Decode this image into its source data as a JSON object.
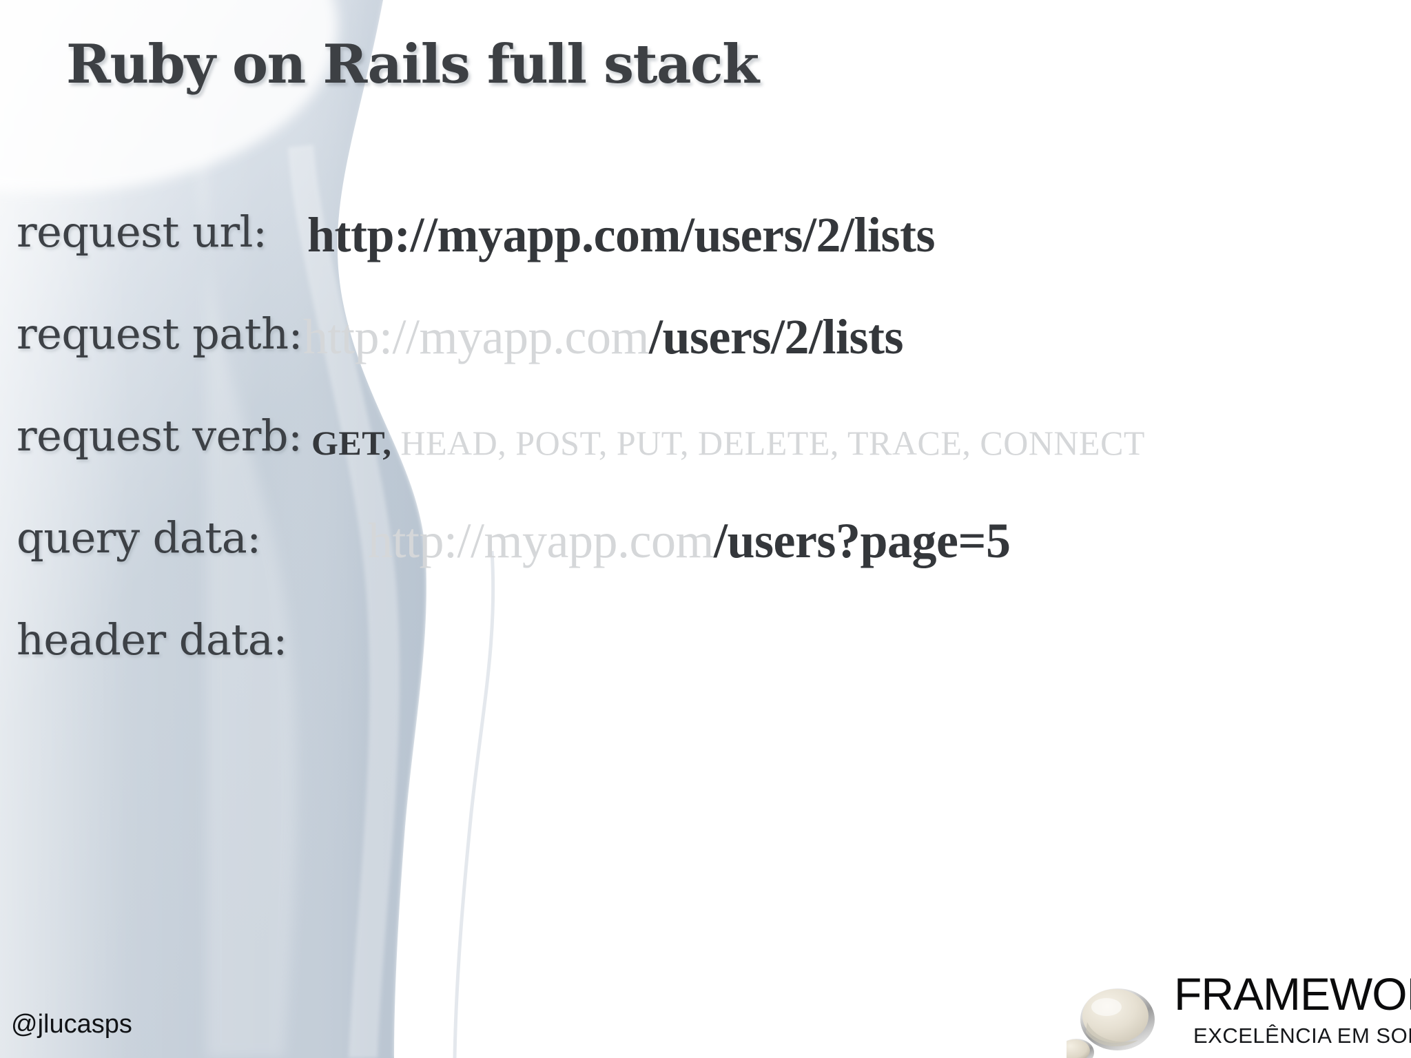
{
  "slide": {
    "title": "Ruby on Rails full stack",
    "handle": "@jlucasps"
  },
  "theme": {
    "text_dark": "#3b3e42",
    "text_dim": "#d5d7d9",
    "wave_blue": "#bdc9d6",
    "background": "#ffffff"
  },
  "rows": [
    {
      "label": "request url:",
      "value_dim": "",
      "value_strong": "http://myapp.com/users/2/lists"
    },
    {
      "label": "request path:",
      "value_dim": "http://myapp.com",
      "value_strong": "/users/2/lists"
    },
    {
      "label": "request verb:",
      "value_strong": "GET,",
      "value_dim": " HEAD, POST, PUT, DELETE, TRACE, CONNECT"
    },
    {
      "label": "query data:",
      "value_dim": "http://myapp.com",
      "value_strong": "/users?page=5"
    },
    {
      "label": "header data:",
      "value_dim": "",
      "value_strong": ""
    }
  ],
  "logo": {
    "name": "FRAMEWORK",
    "tagline": "EXCELÊNCIA EM SOFTWARE",
    "mark": "metallic-disc-icon"
  }
}
